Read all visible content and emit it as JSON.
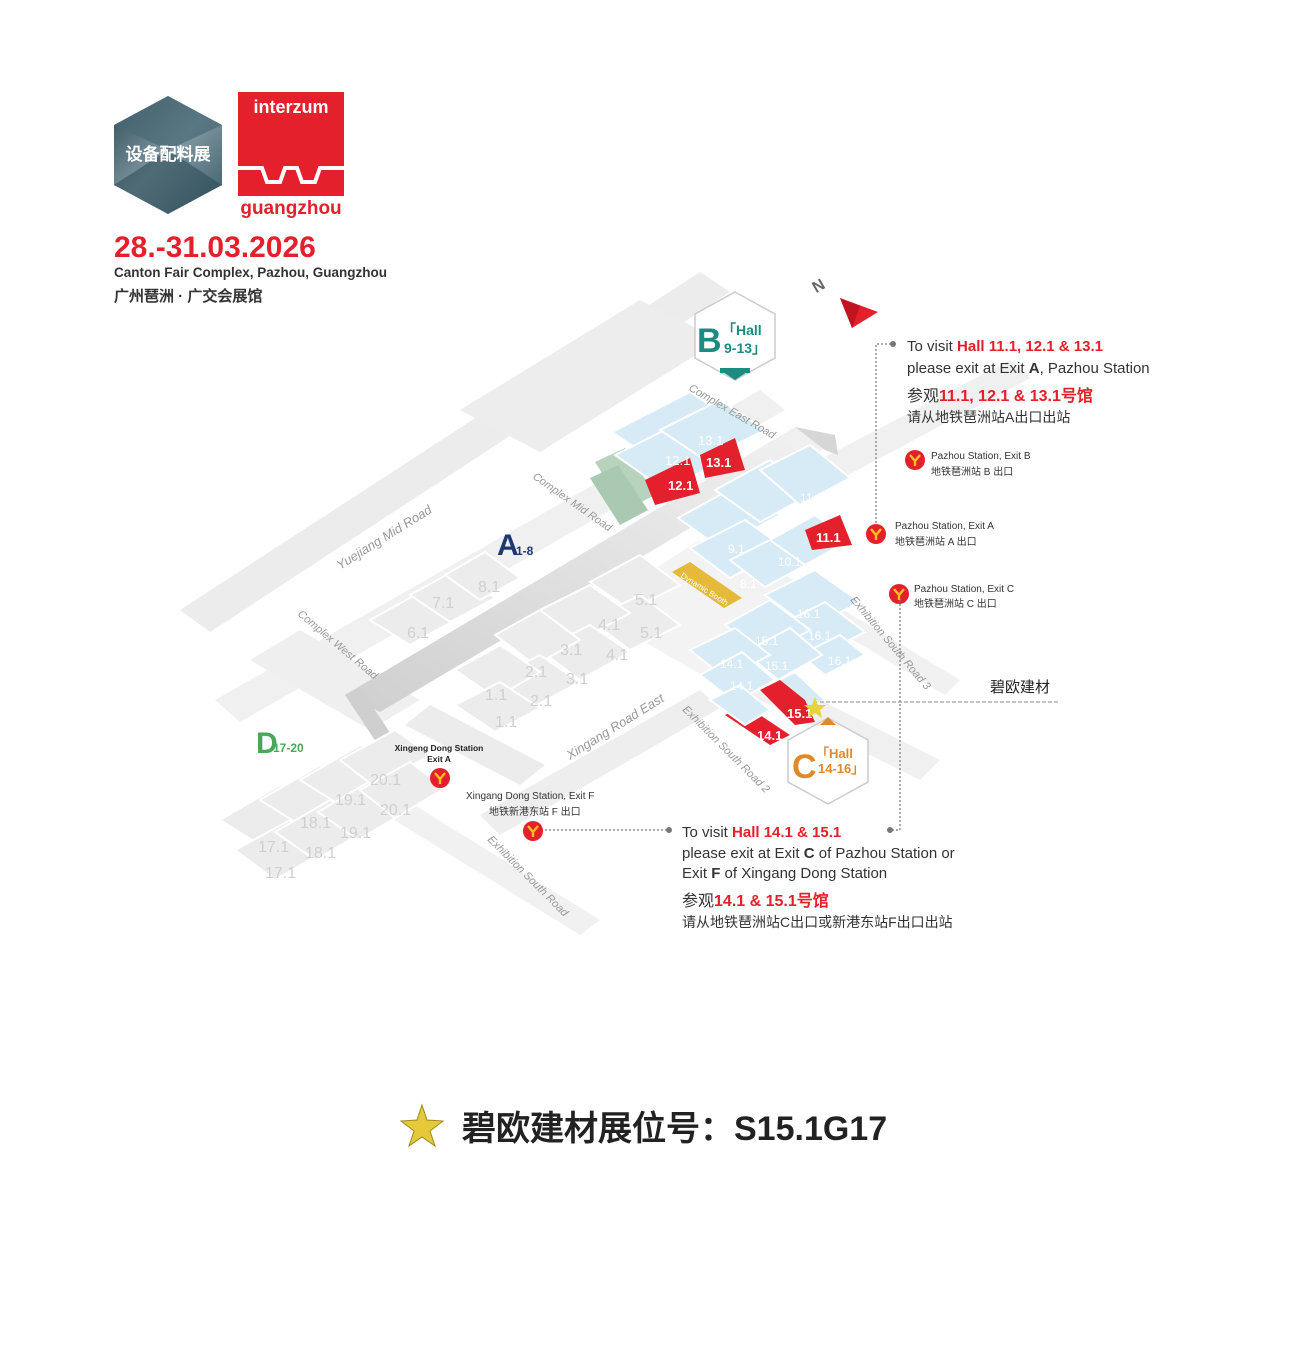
{
  "brand": {
    "hex_logo_text": "设备配料展",
    "interzum_word": "interzum",
    "city_word": "guangzhou",
    "date": "28.-31.03.2026",
    "venue_en": "Canton Fair Complex, Pazhou, Guangzhou",
    "venue_cn": "广州琶洲 · 广交会展馆"
  },
  "colors": {
    "red": "#E3202B",
    "teal": "#1D8C80",
    "orange": "#E0892A",
    "navy": "#1E3A6E",
    "green": "#4BA85A",
    "hall_blue": "#D6EBF5",
    "hall_grey": "#EFEFEF",
    "road": "#E9E9E9",
    "text_dark": "#333333"
  },
  "compass": {
    "letter": "N"
  },
  "zones": {
    "a": {
      "letter": "A",
      "range": "1-8"
    },
    "b": {
      "letter": "B",
      "line1": "「Hall",
      "line2": "9-13」"
    },
    "c": {
      "letter": "C",
      "line1": "「Hall",
      "line2": "14-16」"
    },
    "d": {
      "letter": "D",
      "range": "17-20"
    }
  },
  "roads": {
    "complex_east": "Complex East Road",
    "complex_mid": "Complex Mid Road",
    "yuejiang": "Yuejiang Mid Road",
    "complex_west": "Complex West Road",
    "xingang": "Xingang Road East",
    "exh_south_2": "Exhibition South Road 2",
    "exh_south_3": "Exhibition South Road 3",
    "exh_south": "Exhibition South Road",
    "dynamic_booth": "Dynamic Booth"
  },
  "halls": {
    "h13": "13.1",
    "h12": "12.1",
    "h11": "11.1",
    "h10": "10.1",
    "h9": "9.1",
    "h8": "8.1",
    "h7": "7.1",
    "h6": "6.1",
    "h5": "5.1",
    "h4": "4.1",
    "h3": "3.1",
    "h2": "2.1",
    "h1": "1.1",
    "h14": "14.1",
    "h15": "15.1",
    "h16": "16.1",
    "h17": "17.1",
    "h18": "18.1",
    "h19": "19.1",
    "h20": "20.1"
  },
  "stations": {
    "exit_b_en": "Pazhou Station, Exit B",
    "exit_b_cn": "地铁琶洲站 B 出口",
    "exit_a_en": "Pazhou Station, Exit A",
    "exit_a_cn": "地铁琶洲站 A 出口",
    "exit_c_en": "Pazhou Station, Exit C",
    "exit_c_cn": "地铁琶洲站 C 出口",
    "xd_a_line1": "Xingeng Dong Station",
    "xd_a_line2": "Exit A",
    "xd_f_en": "Xingang Dong Station, Exit F",
    "xd_f_cn": "地铁新港东站 F 出口"
  },
  "notes": {
    "top": {
      "l1_pre": "To visit ",
      "l1_red": "Hall 11.1, 12.1 & 13.1",
      "l2_pre": "please exit at Exit ",
      "l2_bold": "A",
      "l2_post": ", Pazhou Station",
      "l3_pre": "参观",
      "l3_red": "11.1, 12.1 & 13.1号馆",
      "l4": "请从地铁琶洲站A出口出站"
    },
    "bottom": {
      "l1_pre": "To visit ",
      "l1_red": "Hall 14.1 & 15.1",
      "l2_pre": "please exit at Exit ",
      "l2_bold": "C",
      "l2_post": " of Pazhou Station or",
      "l3_pre": "Exit ",
      "l3_bold": "F",
      "l3_post": " of Xingang Dong Station",
      "l4_pre": "参观",
      "l4_red": "14.1 & 15.1号馆",
      "l5": "请从地铁琶洲站C出口或新港东站F出口出站"
    }
  },
  "company_label": "碧欧建材",
  "booth_text": "碧欧建材展位号：S15.1G17"
}
